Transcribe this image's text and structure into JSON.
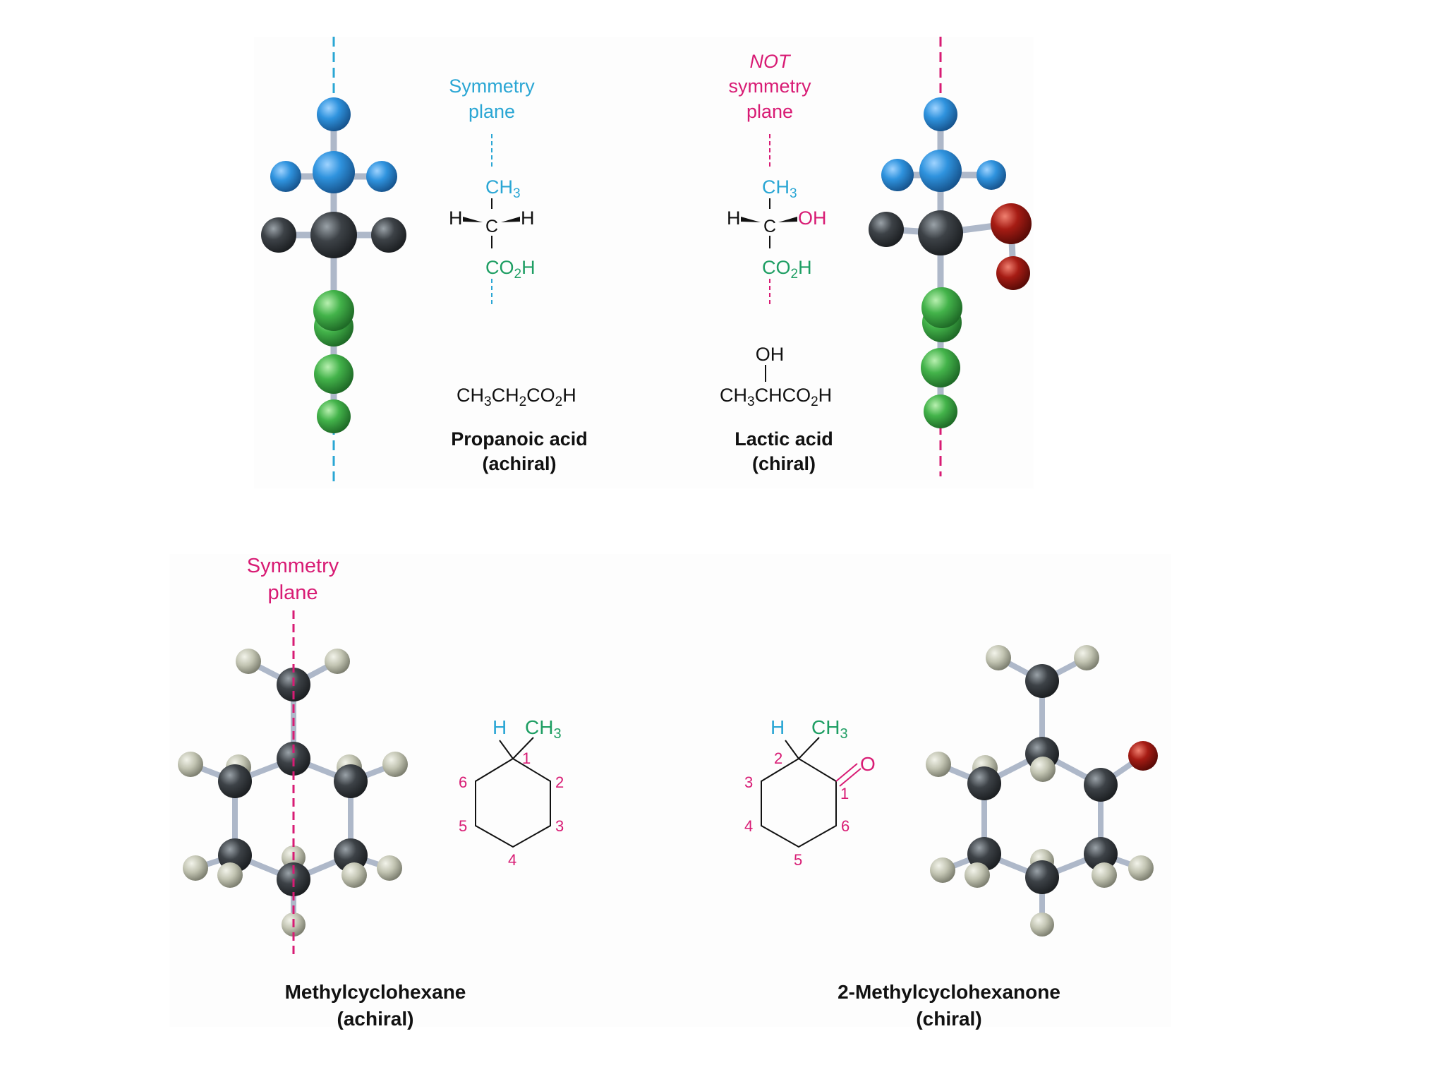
{
  "colors": {
    "cyan": "#2aa6d4",
    "magenta": "#d81b74",
    "green": "#1e9e63",
    "black": "#111111",
    "blue_atom": "#2f93de",
    "dark_atom": "#3d4247",
    "green_atom": "#43b34a",
    "red_atom": "#a61c14",
    "h_atom": "#c2c4b2",
    "bond": "#aeb8c9"
  },
  "propanoic": {
    "plane_label_1": "Symmetry",
    "plane_label_2": "plane",
    "ch3": "CH3",
    "h_left": "H",
    "c": "C",
    "h_right": "H",
    "co2h": "CO2H",
    "condensed": "CH3CH2CO2H",
    "name": "Propanoic acid",
    "note": "(achiral)"
  },
  "lactic": {
    "not_label": "NOT",
    "plane_label_1": "symmetry",
    "plane_label_2": "plane",
    "ch3": "CH3",
    "h_left": "H",
    "c": "C",
    "oh": "OH",
    "co2h": "CO2H",
    "oh_top": "OH",
    "condensed": "CH3CHCO2H",
    "name": "Lactic acid",
    "note": "(chiral)"
  },
  "methylcyclohexane": {
    "plane_label_1": "Symmetry",
    "plane_label_2": "plane",
    "h": "H",
    "ch3": "CH3",
    "ring_numbers": [
      "1",
      "2",
      "3",
      "4",
      "5",
      "6"
    ],
    "name": "Methylcyclohexane",
    "note": "(achiral)"
  },
  "methylcyclohexanone": {
    "h": "H",
    "ch3": "CH3",
    "o": "O",
    "ring_numbers": [
      "2",
      "1",
      "6",
      "5",
      "4",
      "3"
    ],
    "name": "2-Methylcyclohexanone",
    "note": "(chiral)"
  }
}
